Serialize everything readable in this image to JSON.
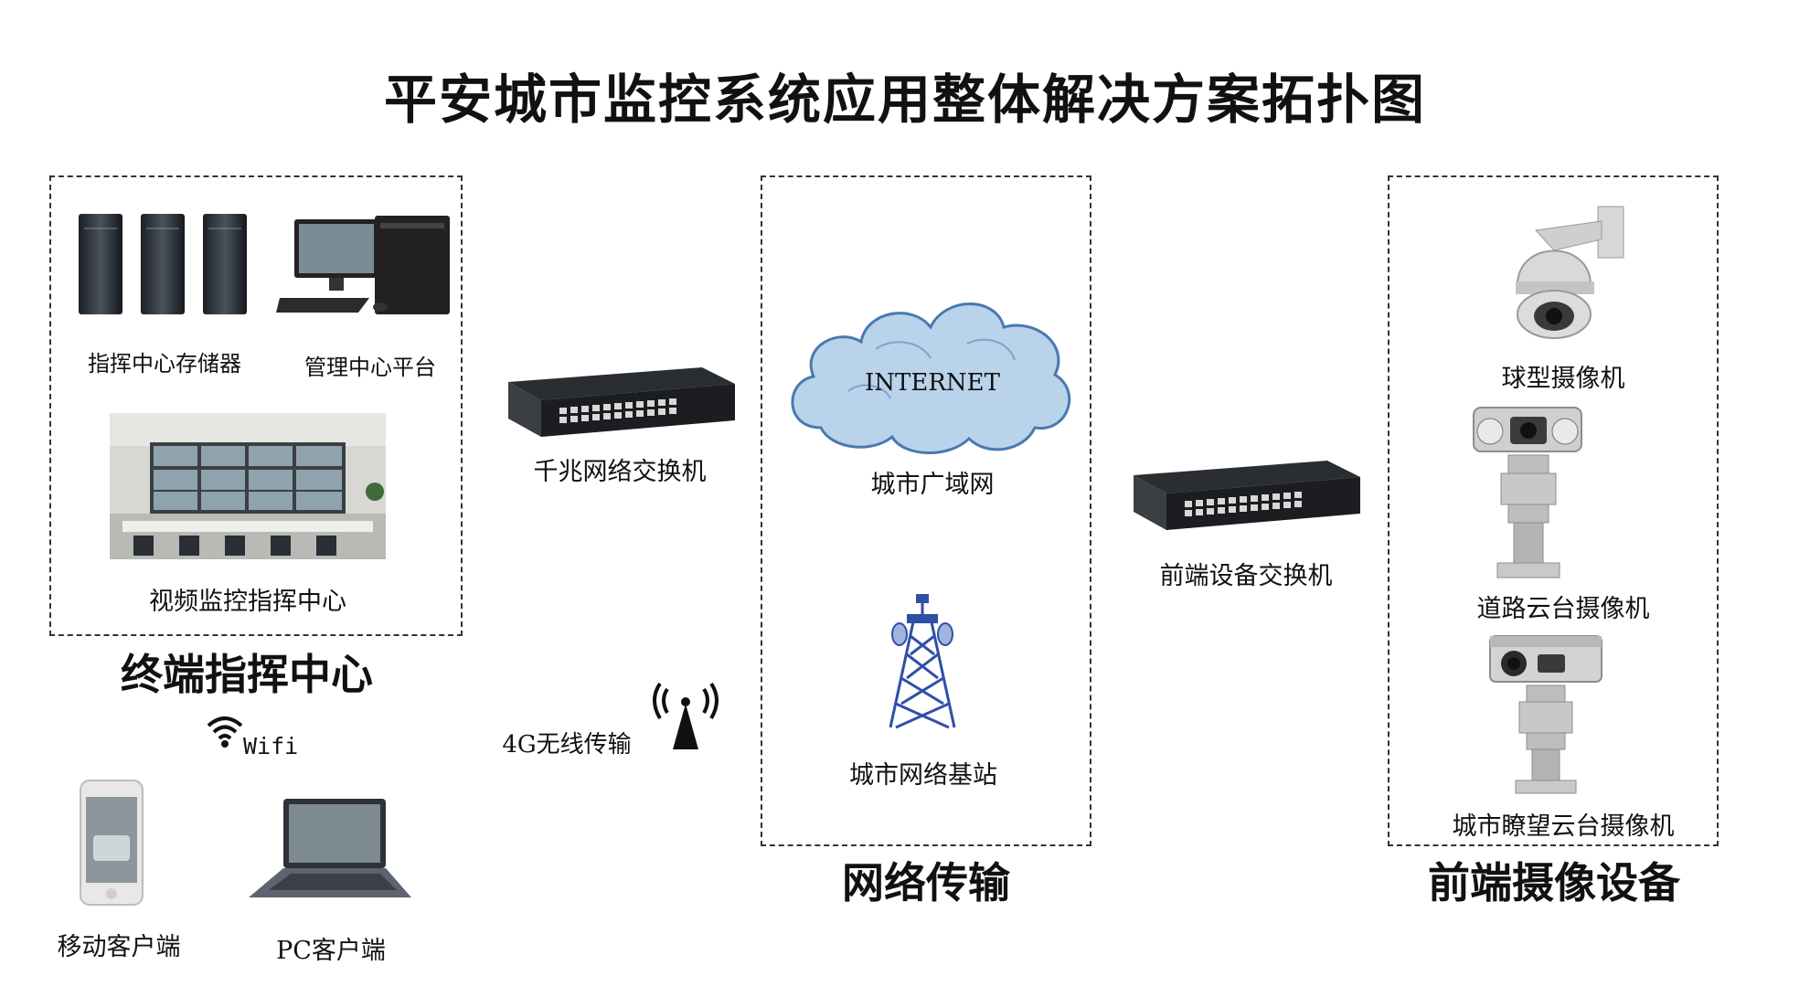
{
  "title": "平安城市监控系统应用整体解决方案拓扑图",
  "zones": {
    "terminal": "终端指挥中心",
    "network": "网络传输",
    "frontend": "前端摄像设备"
  },
  "labels": {
    "storage": "指挥中心存储器",
    "management": "管理中心平台",
    "monitor_center": "视频监控指挥中心",
    "wifi": "Wifi",
    "mobile": "移动客户端",
    "pc": "PC客户端",
    "gigabit_switch": "千兆网络交换机",
    "wireless_4g": "4G无线传输",
    "internet": "INTERNET",
    "wan": "城市广域网",
    "base_station": "城市网络基站",
    "frontend_switch": "前端设备交换机",
    "dome_camera": "球型摄像机",
    "road_ptz": "道路云台摄像机",
    "watch_ptz": "城市瞭望云台摄像机"
  },
  "colors": {
    "cloud_fill": "#b9d3ea",
    "cloud_stroke": "#4a78b0",
    "tower": "#2f4fa8",
    "dashed_border": "#333333"
  }
}
